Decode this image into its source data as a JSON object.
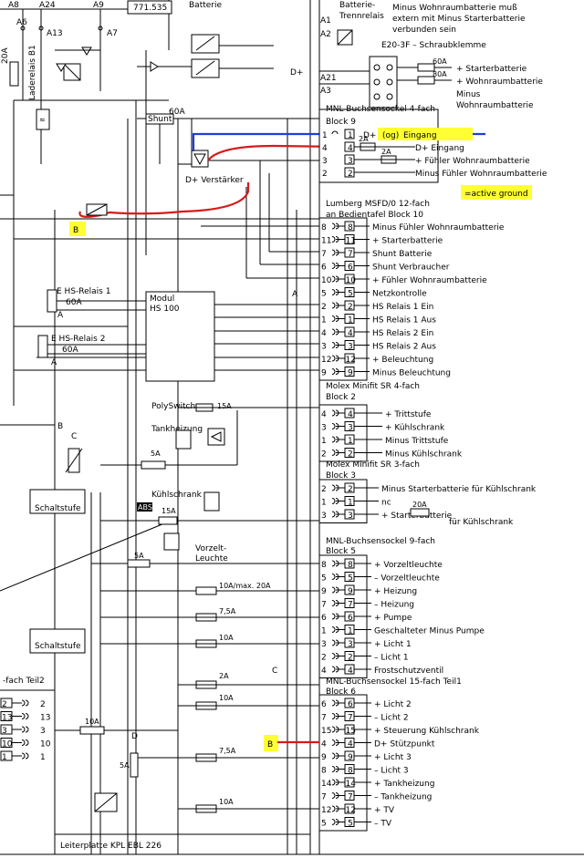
{
  "top": {
    "a8": "A8",
    "a24": "A24",
    "a9": "A9",
    "code": "771.535",
    "a6": "A6",
    "a13": "A13",
    "a7": "A7",
    "batterie_top": "Batterie",
    "trenn1": "Batterie-",
    "trenn2": "Trennrelais",
    "a1": "A1",
    "a2": "A2",
    "a21": "A21",
    "a3": "A3",
    "d_plus": "D+",
    "note1": "Minus Wohnraumbatterie muß",
    "note2": "extern mit Minus Starterbatterie",
    "note3": "verbunden sein",
    "e20": "E20-3F – Schraubklemme",
    "fuse60a": "60A",
    "fuse80a": "80A",
    "starter": "+ Starterbatterie",
    "wohn": "+ Wohnraumbatterie",
    "minus1": "Minus",
    "minus2": "Wohnraumbatterie",
    "fuse20a": "20A",
    "laderelais": "Laderelais B1"
  },
  "shunt": {
    "label": "Shunt",
    "fuse": "60A",
    "verstaerker": "D+ Verstärker"
  },
  "block9": {
    "title": "MNL-Buchsensockel  4-fach",
    "name": "Block 9",
    "fuse2a": "2A",
    "fuse2a_b": "2A",
    "rows": [
      {
        "n": "1",
        "label": "D+",
        "extra": "(og)",
        "label2": "Eingang"
      },
      {
        "n": "4",
        "label": "D+  Eingang"
      },
      {
        "n": "3",
        "label": "+  Fühler Wohnraumbatterie"
      },
      {
        "n": "2",
        "label": "Minus Fühler Wohnraumbatterie"
      }
    ],
    "active_ground": "=active ground"
  },
  "marker_b_top": "B",
  "block10": {
    "title": "Lumberg  MSFD/0  12-fach",
    "sub": "an Bedientafel  Block  10",
    "rows": [
      {
        "n": "8",
        "label": "Minus Fühler Wohnraumbatterie"
      },
      {
        "n": "11",
        "label": "+  Starterbatterie"
      },
      {
        "n": "7",
        "label": "Shunt Batterie"
      },
      {
        "n": "6",
        "label": "Shunt Verbraucher"
      },
      {
        "n": "10",
        "label": "+  Fühler Wohnraumbatterie"
      },
      {
        "n": "5",
        "label": "Netzkontrolle"
      },
      {
        "n": "2",
        "label": "HS  Relais  1  Ein"
      },
      {
        "n": "1",
        "label": "HS  Relais  1  Aus"
      },
      {
        "n": "4",
        "label": "HS  Relais  2  Ein"
      },
      {
        "n": "3",
        "label": "HS  Relais  2  Aus"
      },
      {
        "n": "12",
        "label": "+  Beleuchtung"
      },
      {
        "n": "9",
        "label": "Minus  Beleuchtung"
      }
    ],
    "marker_a": "A"
  },
  "relays": {
    "r1a": "E  HS-Relais  1",
    "r1b": "60A",
    "r2a": "E  HS-Relais  2",
    "r2b": "60A",
    "modul1": "Modul",
    "modul2": "HS 100",
    "a_mark": "A"
  },
  "block2": {
    "title": "Molex  Minifit  SR  4-fach",
    "name": "Block  2",
    "rows": [
      {
        "n": "4",
        "label": "+  Trittstufe"
      },
      {
        "n": "3",
        "label": "+  Kühlschrank"
      },
      {
        "n": "1",
        "label": "Minus  Trittstufe"
      },
      {
        "n": "2",
        "label": "Minus  Kühlschrank"
      }
    ]
  },
  "block3": {
    "title": "Molex  Minifit  SR  3-fach",
    "name": "Block  3",
    "rows": [
      {
        "n": "2",
        "label": "Minus Starterbatterie für Kühlschrank"
      },
      {
        "n": "1",
        "label": "nc"
      },
      {
        "n": "3",
        "label": "+  Starterbatterie",
        "label2": "für  Kühlschrank"
      }
    ],
    "fuse": "20A"
  },
  "mid": {
    "polyswitch": "PolySwitch",
    "f15a": "15A",
    "tankheizung": "Tankheizung",
    "f5a": "5A",
    "kuehlschrank": "Kühlschrank",
    "f15a_b": "15A",
    "abs": "ABS",
    "f5a_b": "5A",
    "vorzelt1": "Vorzelt-",
    "vorzelt2": "Leuchte",
    "f10a": "10A/max. 20A",
    "f75a": "7,5A",
    "f10a_b": "10A",
    "f2a": "2A",
    "f10a_c": "10A",
    "f75a_b": "7,5A",
    "f10a_d": "10A",
    "schaltstufe": "Schaltstufe",
    "schaltstufe2": "Schaltstufe",
    "b_arrow": "B",
    "c_mark": "C",
    "c_mark2": "C"
  },
  "block5": {
    "title": "MNL-Buchsensockel   9-fach",
    "name": "Block  5",
    "rows": [
      {
        "n": "8",
        "label": "+  Vorzeltleuchte"
      },
      {
        "n": "5",
        "label": "–  Vorzeltleuchte"
      },
      {
        "n": "9",
        "label": "+  Heizung"
      },
      {
        "n": "7",
        "label": "–  Heizung"
      },
      {
        "n": "6",
        "label": "+  Pumpe"
      },
      {
        "n": "1",
        "label": "Geschalteter Minus Pumpe"
      },
      {
        "n": "3",
        "label": "+  Licht  1"
      },
      {
        "n": "2",
        "label": "–  Licht  1"
      },
      {
        "n": "4",
        "label": "Frostschutzventil"
      }
    ]
  },
  "block6": {
    "title": "MNL-Buchsensockel   15-fach Teil1",
    "name": "Block  6",
    "rows": [
      {
        "n": "6",
        "label": "+  Licht  2"
      },
      {
        "n": "7",
        "label": "–  Licht  2"
      },
      {
        "n": "15",
        "label": "+  Steuerung Kühlschrank"
      },
      {
        "n": "4",
        "label": "D+  Stützpunkt"
      },
      {
        "n": "9",
        "label": "+  Licht  3"
      },
      {
        "n": "8",
        "label": "–  Licht  3"
      },
      {
        "n": "14",
        "label": "+  Tankheizung"
      },
      {
        "n": "7",
        "label": "–  Tankheizung"
      },
      {
        "n": "12",
        "label": "+  TV"
      },
      {
        "n": "5",
        "label": "–  TV"
      }
    ],
    "marker_b": "B"
  },
  "bottom_left": {
    "title": "-fach Teil2",
    "rows": [
      [
        "2",
        "2"
      ],
      [
        "13",
        "13"
      ],
      [
        "3",
        "3"
      ],
      [
        "10",
        "10"
      ],
      [
        "1",
        "1"
      ]
    ],
    "f10a": "10A",
    "d_mark": "D",
    "f5a": "5A",
    "platte": "Leiterplatte  KPL  EBL  226"
  }
}
